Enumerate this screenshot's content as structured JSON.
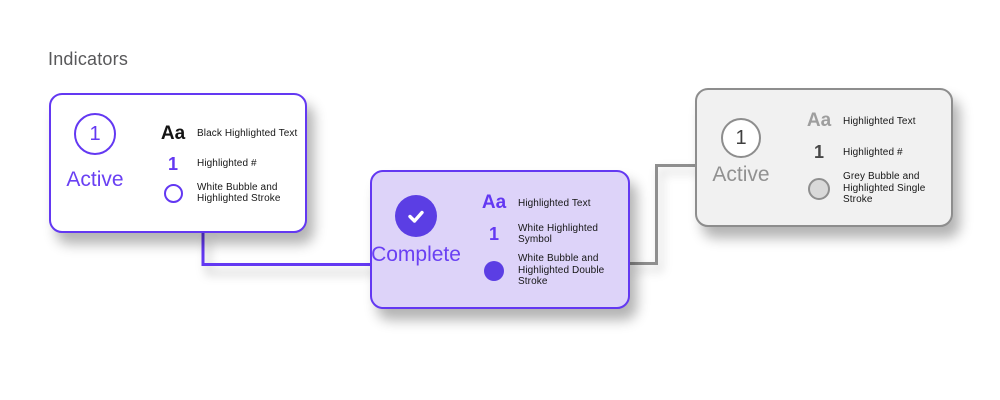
{
  "page": {
    "title": "Indicators"
  },
  "colors": {
    "accent_purple": "#6338f2",
    "purple_fill": "#5b3ee4",
    "lavender_bg": "#ddd3f9",
    "grey_border": "#8d8d8d",
    "grey_text": "#919191",
    "grey_bubble_fill": "#d9d9d9",
    "connector_grey": "#8f8f8f",
    "title_grey": "#58585a",
    "label_black": "#161616"
  },
  "cards": [
    {
      "id": "active-highlighted",
      "state": "Active",
      "badge": "1",
      "rows": [
        {
          "symbol": "Aa",
          "label": "Black Highlighted Text"
        },
        {
          "symbol": "1",
          "label": "Highlighted #"
        },
        {
          "symbol": "white-bubble-outline",
          "label": "White Bubble and\nHighlighted Stroke"
        }
      ]
    },
    {
      "id": "complete",
      "state": "Complete",
      "badge": "check",
      "rows": [
        {
          "symbol": "Aa",
          "label": "Highlighted Text"
        },
        {
          "symbol": "1",
          "label": "White Highlighted\nSymbol"
        },
        {
          "symbol": "white-bubble-filled",
          "label": "White Bubble and\nHighlighted Double\nStroke"
        }
      ]
    },
    {
      "id": "active-grey",
      "state": "Active",
      "badge": "1",
      "rows": [
        {
          "symbol": "Aa",
          "label": "Highlighted Text"
        },
        {
          "symbol": "1",
          "label": "Highlighted #"
        },
        {
          "symbol": "grey-bubble",
          "label": "Grey Bubble and\nHighlighted Single\nStroke"
        }
      ]
    }
  ]
}
